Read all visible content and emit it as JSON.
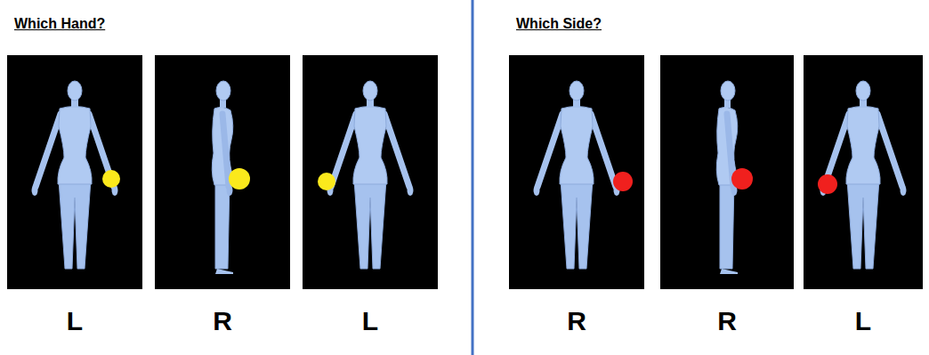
{
  "diagram": {
    "labels": [
      "Which Hand?",
      "Which Side?",
      "L",
      "R",
      "L",
      "R",
      "R",
      "L"
    ]
  }
}
